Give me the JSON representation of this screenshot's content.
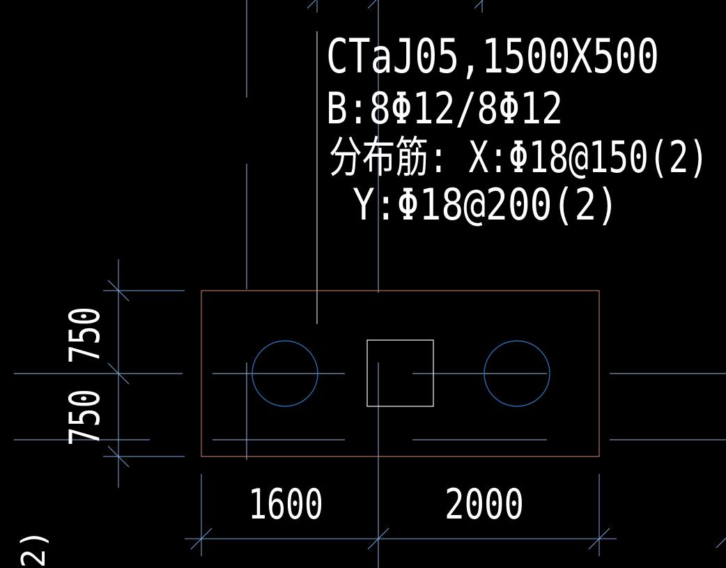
{
  "annotation": {
    "line1": "CTaJ05,1500X500",
    "line2": "B:8Φ12/8Φ12",
    "line3": "分布筋: X:Φ18@150(2)",
    "line4": "Y:Φ18@200(2)"
  },
  "dimensions": {
    "vertical_upper": "750",
    "vertical_lower": "750",
    "horizontal_left": "1600",
    "horizontal_right": "2000"
  },
  "edge_label": "2)",
  "colors": {
    "background": "#000000",
    "text": "#ffffff",
    "axis_lines": "#9bb8e8",
    "dimension_lines": "#7fa8e0",
    "pile_circles": "#2f7fd0",
    "cap_outline": "#d08a70",
    "column": "#ffffff"
  }
}
